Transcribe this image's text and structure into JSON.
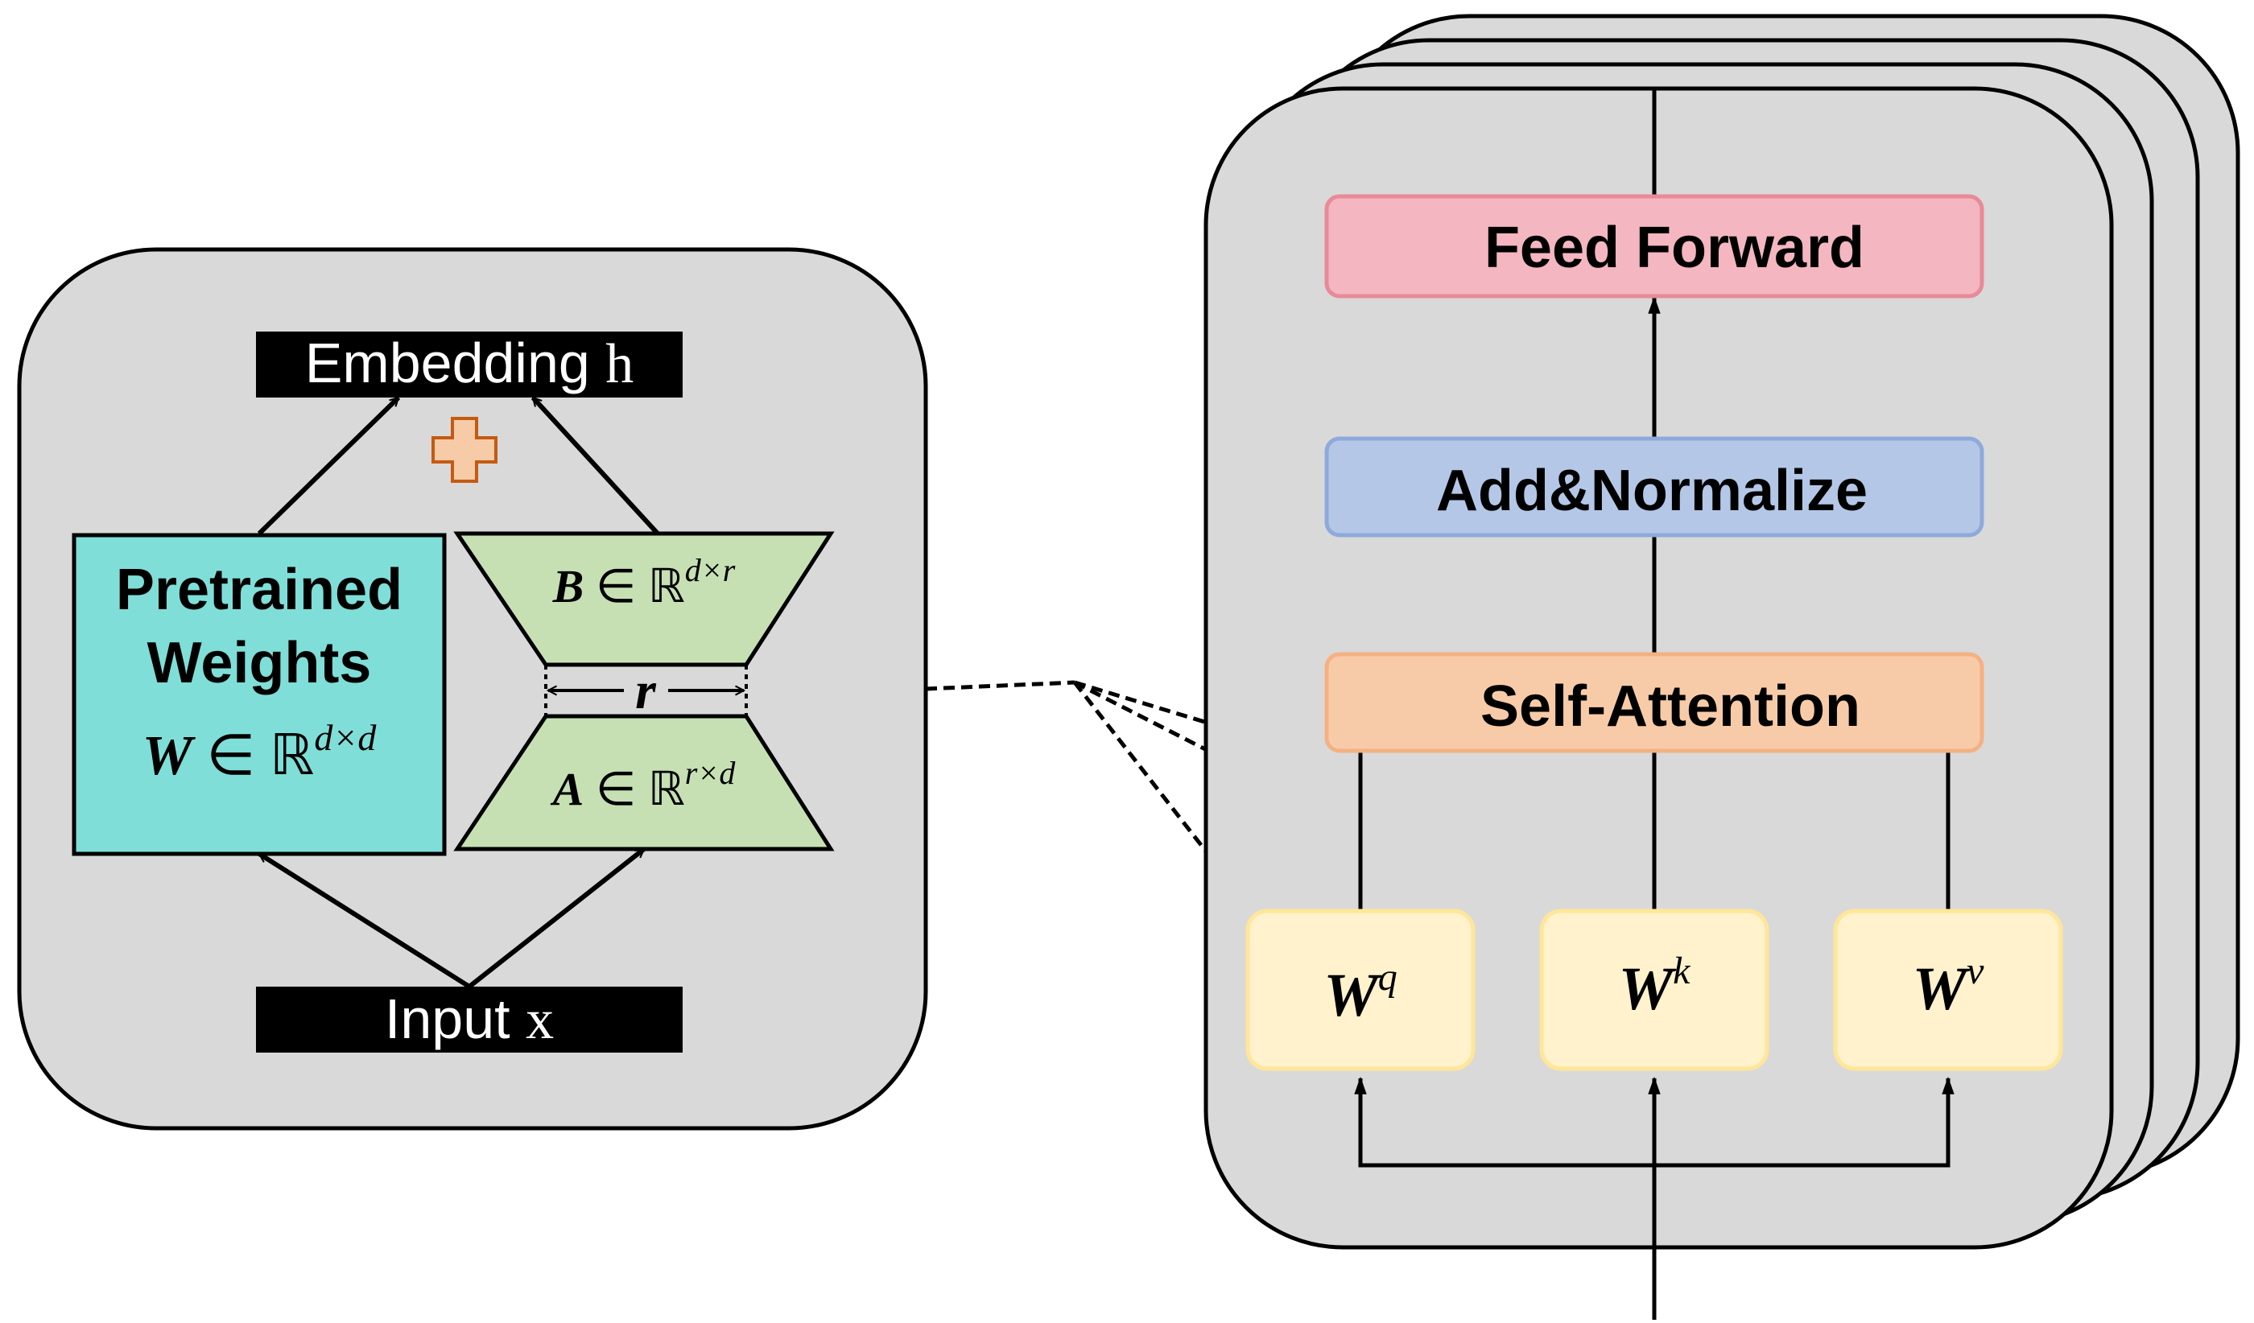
{
  "lora": {
    "output": {
      "label": "Embedding",
      "var": "h"
    },
    "input": {
      "label": "Input",
      "var": "x"
    },
    "pretrained": {
      "line1": "Pretrained",
      "line2": "Weights",
      "formula": {
        "sym": "W",
        "in": " ∈ ℝ",
        "sup": "d×d"
      }
    },
    "matrix_b": {
      "sym": "B",
      "in": " ∈ ℝ",
      "sup": "d×r"
    },
    "matrix_a": {
      "sym": "A",
      "in": " ∈ ℝ",
      "sup": "r×d"
    },
    "rank_label": "r",
    "plus_icon": "plus-icon"
  },
  "transformer": {
    "feed_forward": "Feed Forward",
    "add_normalize": "Add&Normalize",
    "self_attention": "Self-Attention",
    "projections": [
      {
        "sym": "W",
        "sup": "q"
      },
      {
        "sym": "W",
        "sup": "k"
      },
      {
        "sym": "W",
        "sup": "v"
      }
    ]
  },
  "colors": {
    "panel_fill": "#d9d9d9",
    "pretrained_fill": "#7fded8",
    "lora_matrix_fill": "#c6e0b4",
    "feed_forward_fill": "#f4b6c0",
    "feed_forward_stroke": "#e88a98",
    "add_norm_fill": "#b4c7e7",
    "add_norm_stroke": "#8eaadb",
    "self_attn_fill": "#f8cba8",
    "self_attn_stroke": "#f4b183",
    "proj_fill": "#fff2cc",
    "proj_stroke": "#ffe699",
    "plus_fill": "#f8cba8",
    "plus_stroke": "#c55a11"
  }
}
